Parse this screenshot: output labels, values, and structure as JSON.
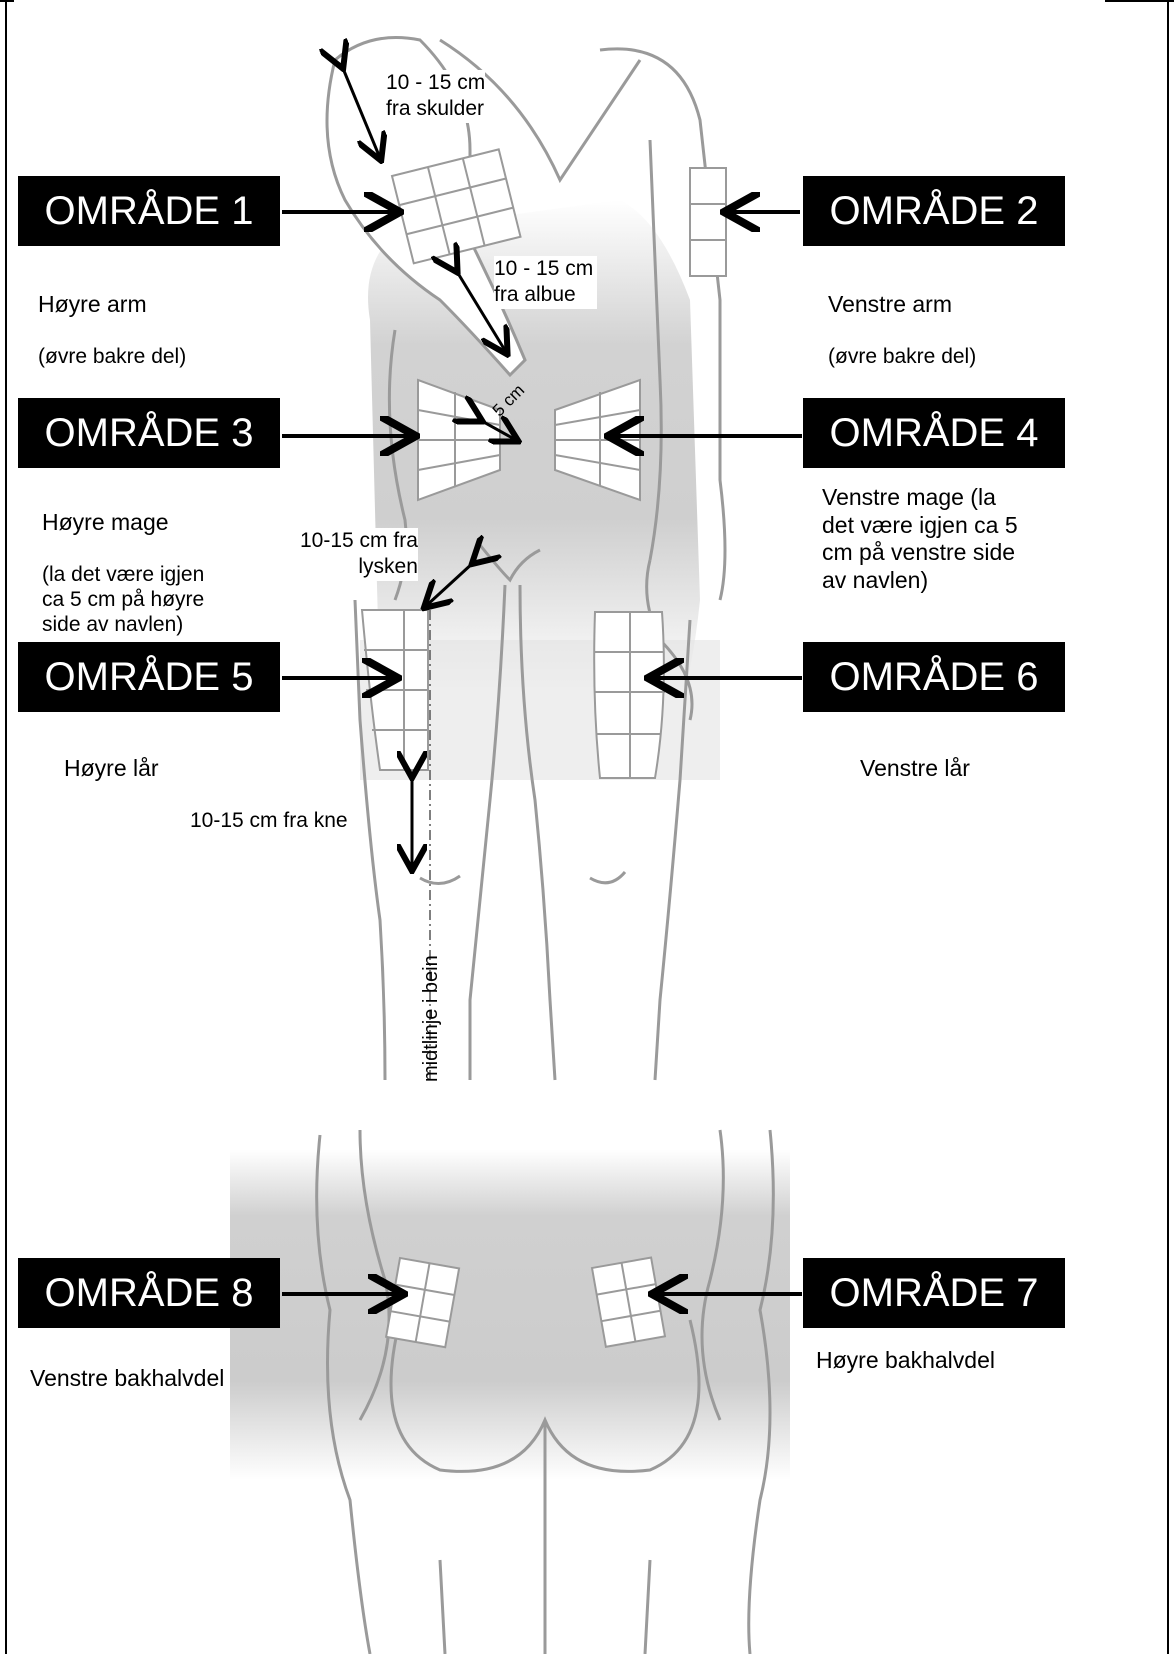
{
  "zones": [
    {
      "id": "1",
      "label": "OMRÅDE 1",
      "title": "Høyre arm",
      "detail": "(øvre bakre del)"
    },
    {
      "id": "2",
      "label": "OMRÅDE 2",
      "title": "Venstre arm",
      "detail": "(øvre bakre del)"
    },
    {
      "id": "3",
      "label": "OMRÅDE 3",
      "title": "Høyre mage",
      "detail": "(la det være igjen\nca 5 cm på høyre\nside av navlen)"
    },
    {
      "id": "4",
      "label": "OMRÅDE 4",
      "title": "Venstre mage (la\ndet være igjen ca 5\ncm på venstre side\nav navlen)",
      "detail": ""
    },
    {
      "id": "5",
      "label": "OMRÅDE 5",
      "title": "Høyre lår",
      "detail": ""
    },
    {
      "id": "6",
      "label": "OMRÅDE 6",
      "title": "Venstre lår",
      "detail": ""
    },
    {
      "id": "7",
      "label": "OMRÅDE 7",
      "title": "Høyre bakhalvdel",
      "detail": ""
    },
    {
      "id": "8",
      "label": "OMRÅDE 8",
      "title": "Venstre bakhalvdel",
      "detail": ""
    }
  ],
  "notes": {
    "shoulder": "10 - 15 cm\nfra skulder",
    "elbow": "10 - 15 cm\nfra albue",
    "navel": "5 cm",
    "groin": "10-15 cm fra\nlysken",
    "knee": "10-15 cm fra kne",
    "leg_midline": "midtlinje i bein"
  },
  "colors": {
    "label_bg": "#000000",
    "label_text": "#ffffff",
    "body_outline": "#9a9a9a",
    "shade": "#c8c8c8",
    "grid_patch": "#ffffff"
  }
}
